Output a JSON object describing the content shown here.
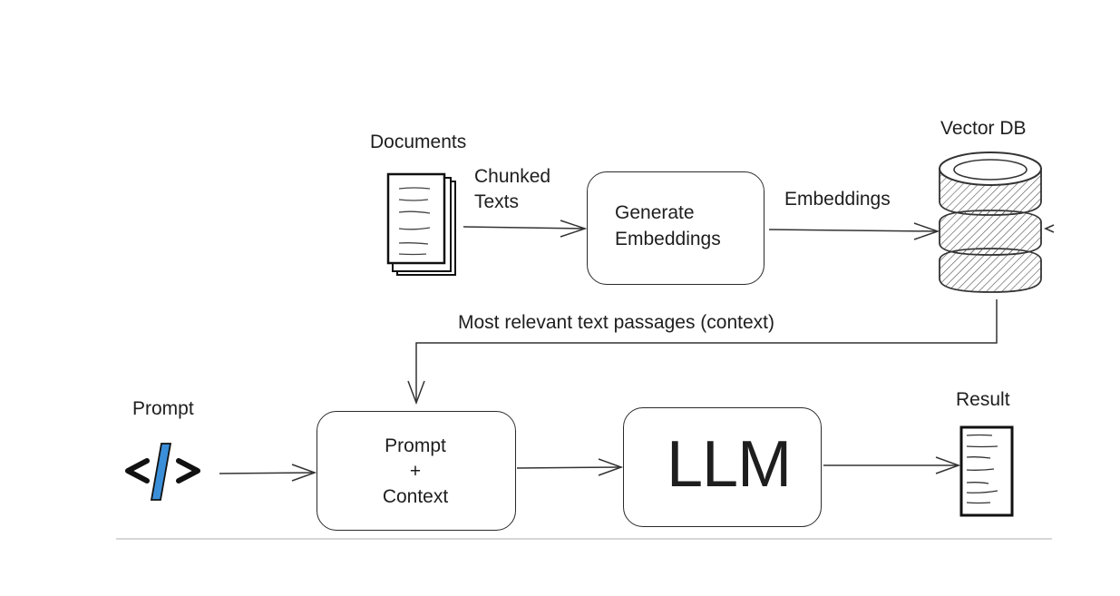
{
  "labels": {
    "documents": "Documents",
    "chunked_texts_line1": "Chunked",
    "chunked_texts_line2": "Texts",
    "embeddings": "Embeddings",
    "vector_db": "Vector DB",
    "context_passages": "Most relevant text passages (context)",
    "prompt": "Prompt",
    "result": "Result"
  },
  "nodes": {
    "generate_embeddings": {
      "line1": "Generate",
      "line2": "Embeddings"
    },
    "prompt_context": {
      "line1": "Prompt",
      "line2": "+",
      "line3": "Context"
    },
    "llm": {
      "label": "LLM"
    }
  },
  "icons": {
    "documents": "documents-stack-icon",
    "vector_db": "database-cylinder-icon",
    "prompt": "code-brackets-icon",
    "result": "result-document-icon"
  },
  "colors": {
    "stroke": "#2a2a2a",
    "code_slash": "#3b8fd9"
  }
}
